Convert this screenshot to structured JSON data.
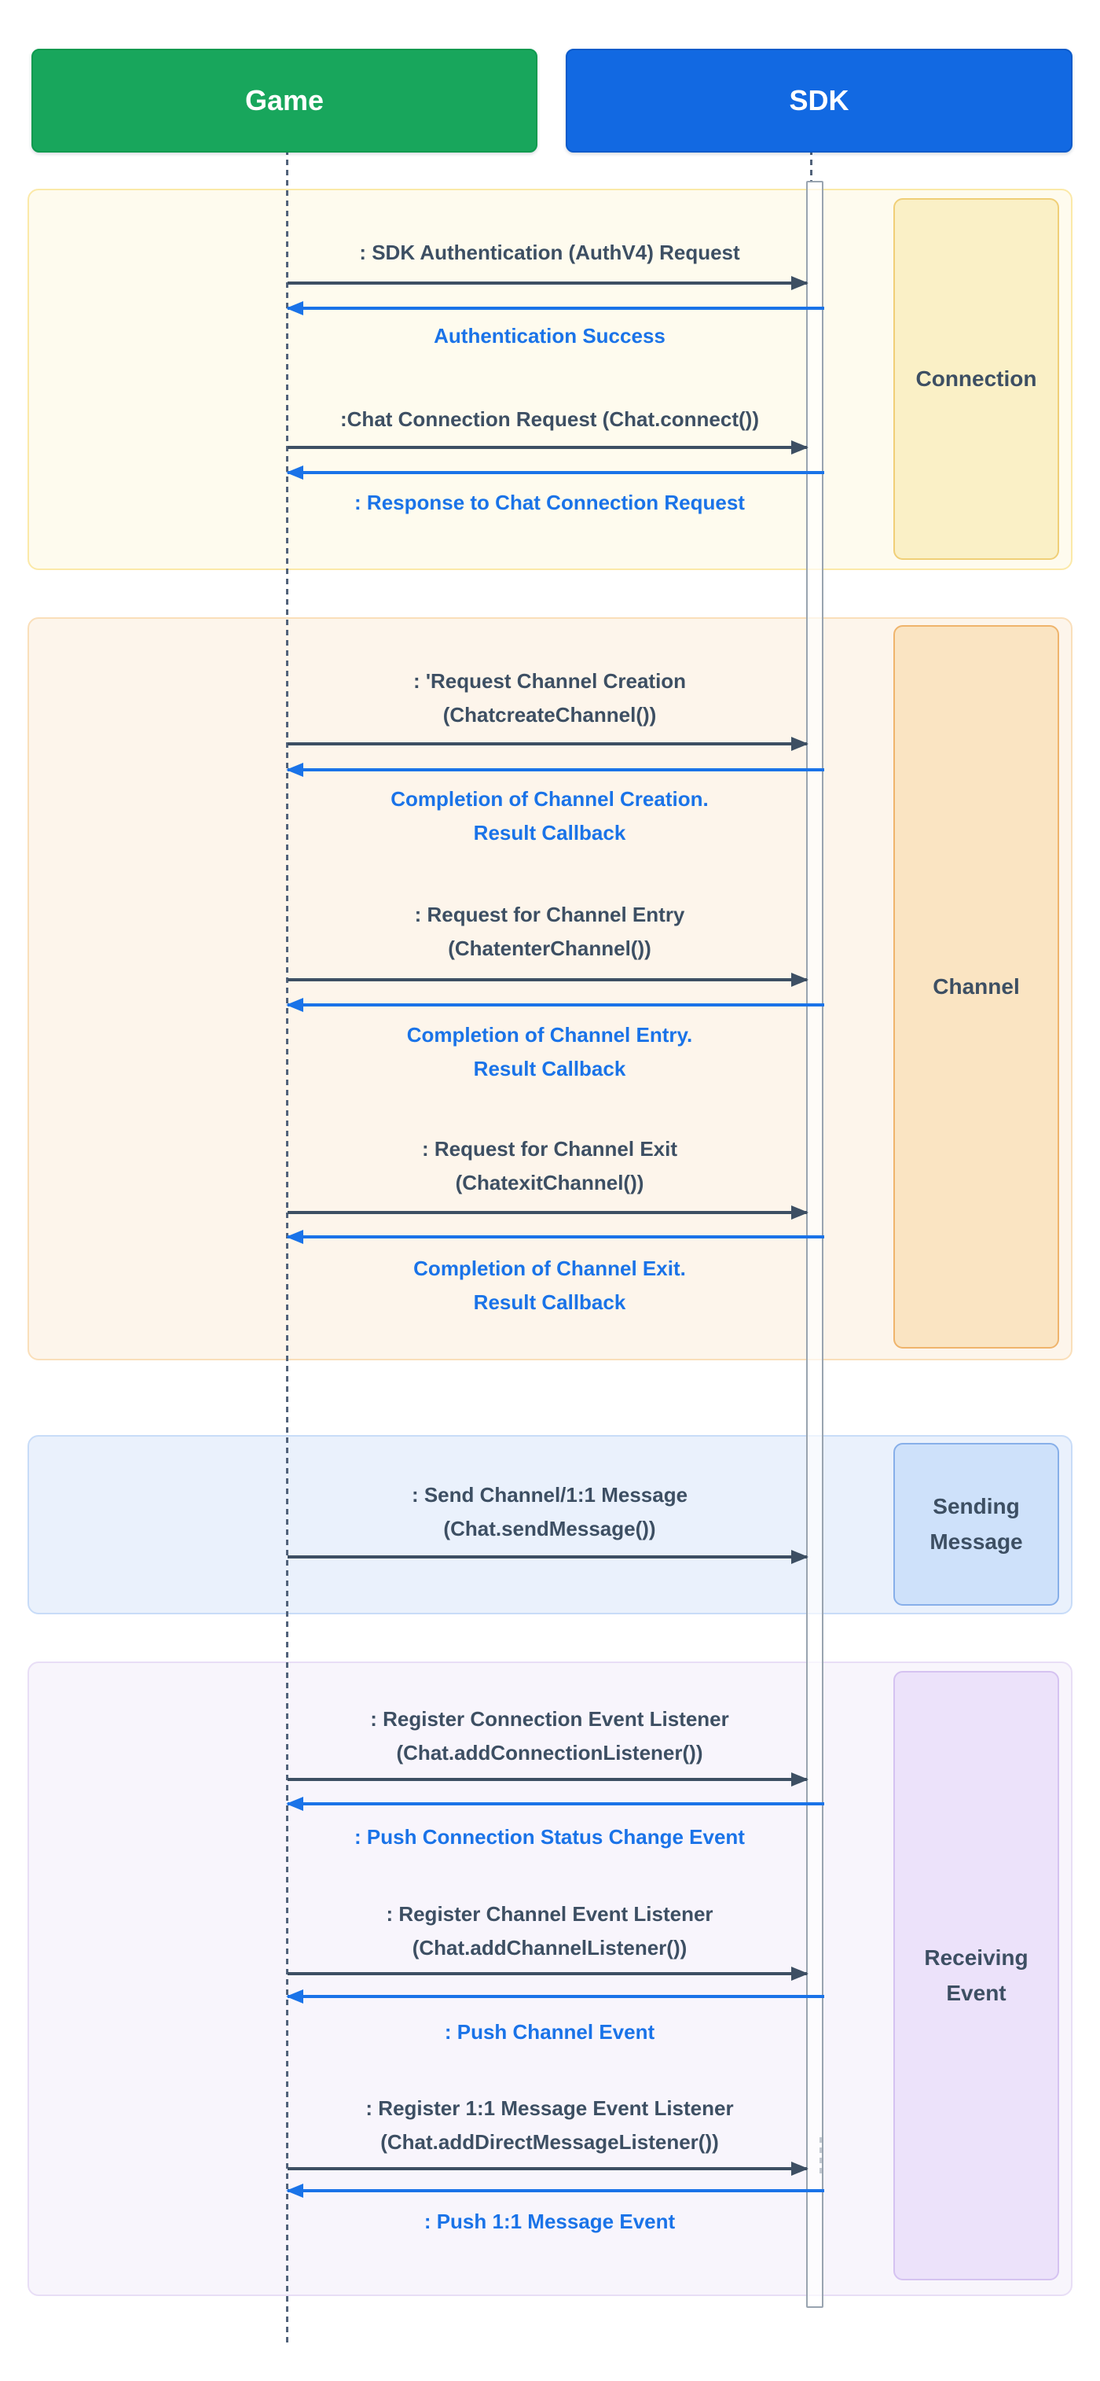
{
  "actors": {
    "game": {
      "label": "Game",
      "color": "#18A65C"
    },
    "sdk": {
      "label": "SDK",
      "color": "#1269E2"
    }
  },
  "colors": {
    "request_arrow": "#3D4F63",
    "response_arrow": "#1A73E8",
    "dark_text": "#3D4F63",
    "blue_text": "#1A73E8",
    "connection_panel": "#FEFBEE",
    "channel_panel": "#FDF5EB",
    "sending_panel": "#EAF1FC",
    "receiving_panel": "#F8F5FC"
  },
  "sections": [
    {
      "label": "Connection",
      "messages": [
        {
          "type": "request",
          "lines": [
            ": SDK Authentication (AuthV4) Request"
          ]
        },
        {
          "type": "response",
          "lines": [
            "Authentication Success"
          ]
        },
        {
          "type": "request",
          "lines": [
            ":Chat Connection Request (Chat.connect())"
          ]
        },
        {
          "type": "response",
          "lines": [
            ": Response to Chat Connection Request"
          ]
        }
      ]
    },
    {
      "label": "Channel",
      "messages": [
        {
          "type": "request",
          "lines": [
            ": 'Request Channel Creation",
            "(ChatcreateChannel())"
          ]
        },
        {
          "type": "response",
          "lines": [
            "Completion of Channel Creation.",
            "Result Callback"
          ]
        },
        {
          "type": "request",
          "lines": [
            ": Request for Channel Entry",
            "(ChatenterChannel())"
          ]
        },
        {
          "type": "response",
          "lines": [
            "Completion of Channel Entry.",
            "Result Callback"
          ]
        },
        {
          "type": "request",
          "lines": [
            ": Request for Channel Exit",
            "(ChatexitChannel())"
          ]
        },
        {
          "type": "response",
          "lines": [
            "Completion of Channel Exit.",
            "Result Callback"
          ]
        }
      ]
    },
    {
      "label": "Sending Message",
      "messages": [
        {
          "type": "request",
          "lines": [
            ": Send Channel/1:1 Message",
            "(Chat.sendMessage())"
          ]
        }
      ]
    },
    {
      "label": "Receiving Event",
      "messages": [
        {
          "type": "request",
          "lines": [
            ": Register Connection Event Listener",
            "(Chat.addConnectionListener())"
          ]
        },
        {
          "type": "response",
          "lines": [
            ": Push Connection Status Change Event"
          ]
        },
        {
          "type": "request",
          "lines": [
            ": Register Channel Event Listener",
            "(Chat.addChannelListener())"
          ]
        },
        {
          "type": "response",
          "lines": [
            ": Push Channel Event"
          ]
        },
        {
          "type": "request",
          "lines": [
            ": Register 1:1 Message Event Listener",
            "(Chat.addDirectMessageListener())"
          ]
        },
        {
          "type": "response",
          "lines": [
            ": Push 1:1 Message Event"
          ]
        }
      ]
    }
  ]
}
